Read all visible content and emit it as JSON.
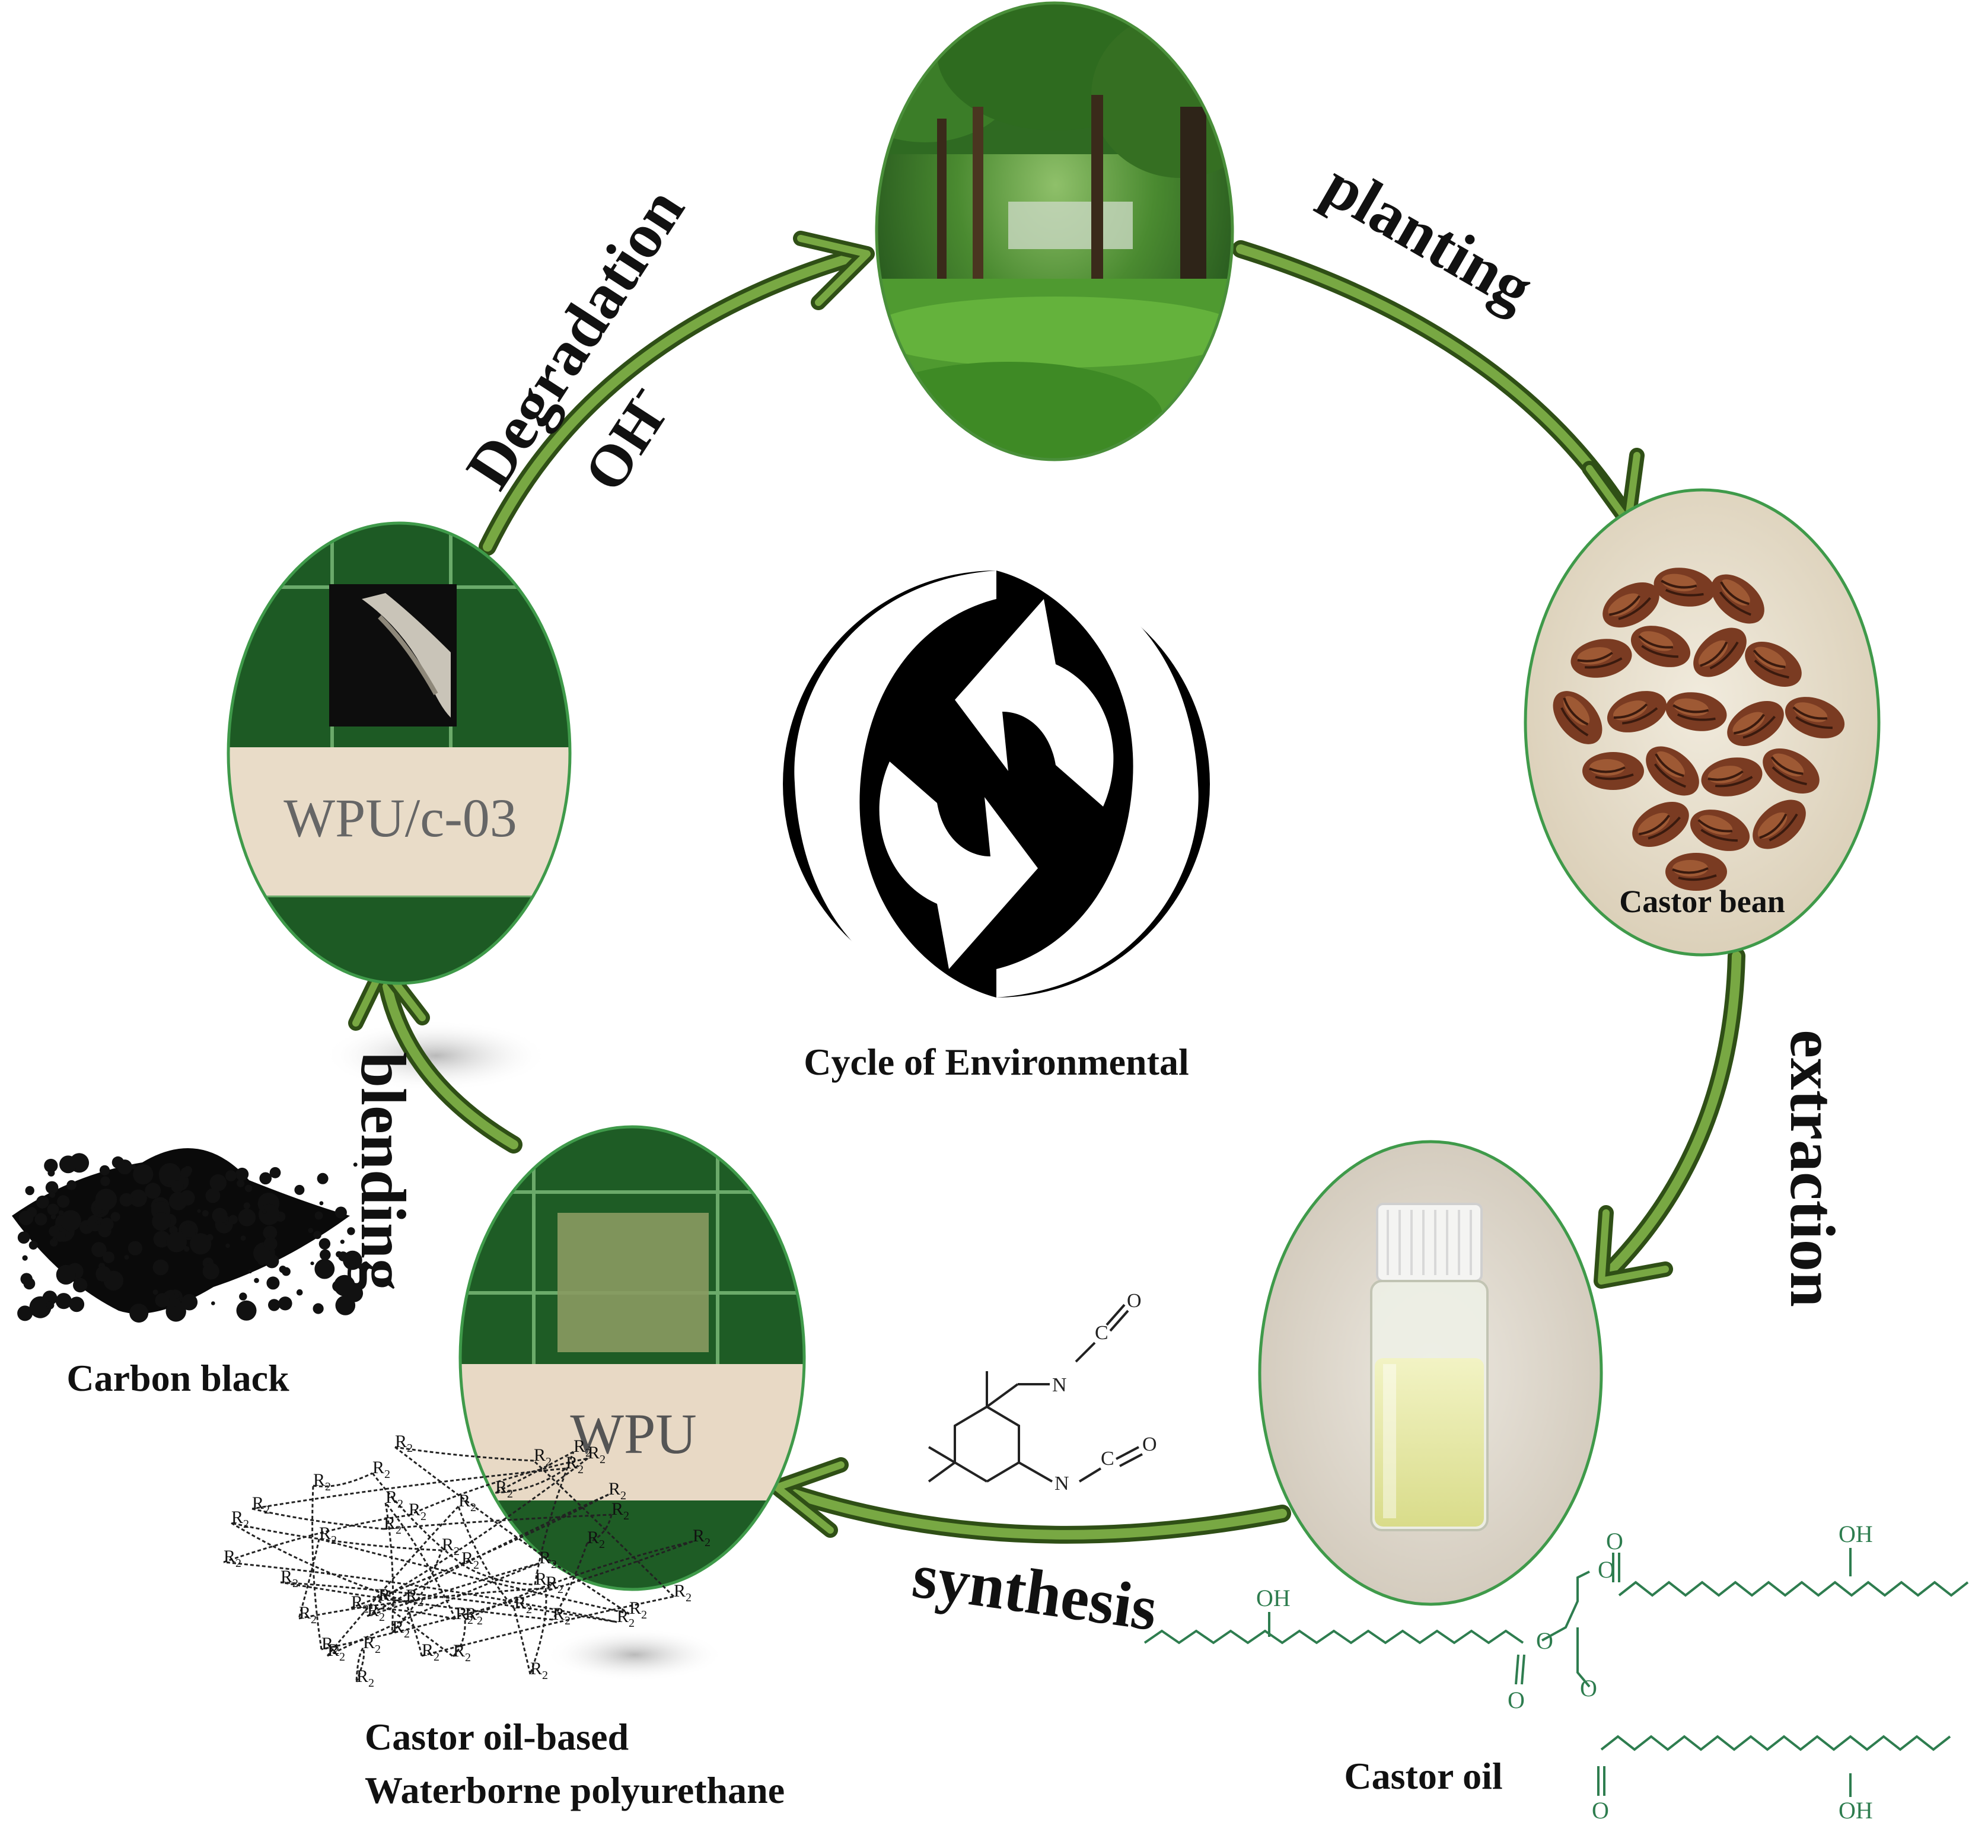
{
  "center": {
    "caption": "Cycle of Environmental"
  },
  "steps": {
    "planting": "planting",
    "extraction": "extraction",
    "synthesis": "synthesis",
    "blending": "blending",
    "degradation": "Degradation",
    "hydroxide": "OH",
    "hydroxide_charge": "-"
  },
  "nodes": {
    "castor_bean": "Castor bean",
    "castor_oil": "Castor oil",
    "carbon_black": "Carbon black",
    "wpu_line1": "Castor oil-based",
    "wpu_line2": "Waterborne polyurethane",
    "wpu_sample_label": "WPU",
    "wpuc_sample_label": "WPU/c-03"
  },
  "chemistry": {
    "isocyanate_n": "N",
    "isocyanate_c": "C",
    "isocyanate_o": "O",
    "hydroxyl": "OH",
    "oxygen": "O",
    "r_group": "R",
    "r_sub": "2"
  },
  "colors": {
    "arrow_green": "#4f7a2a",
    "frame_green": "#2f7a3a",
    "molecule_green": "#2e7d4f",
    "forest": "#3f8f2f",
    "mat_green": "#1d5a24"
  }
}
